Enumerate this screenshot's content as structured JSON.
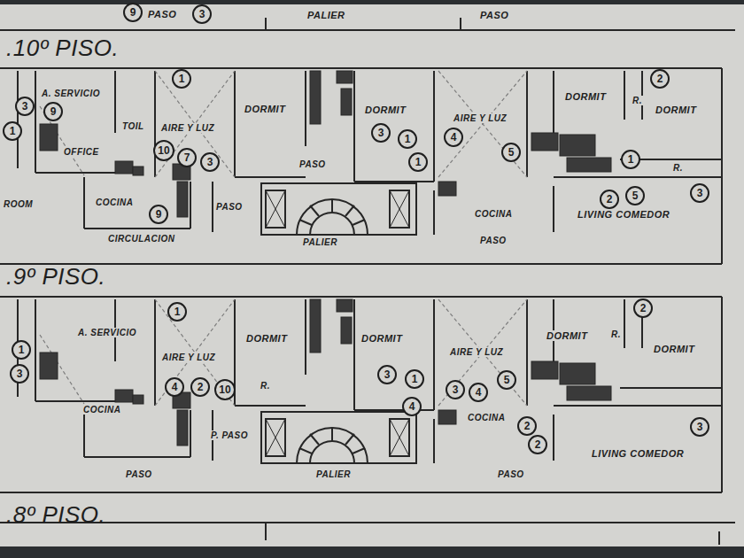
{
  "diagram": {
    "nodes": [
      {
        "text": [
          "9"
        ]
      },
      {
        "text": [
          "3"
        ]
      },
      {
        "text": [
          "3"
        ]
      },
      {
        "text": [
          "9"
        ]
      },
      {
        "text": [
          "1"
        ]
      },
      {
        "text": [
          "1"
        ]
      },
      {
        "text": [
          "10"
        ]
      },
      {
        "text": [
          "7"
        ]
      },
      {
        "text": [
          "3"
        ]
      },
      {
        "text": [
          "9"
        ]
      },
      {
        "text": [
          "3"
        ]
      },
      {
        "text": [
          "1"
        ]
      },
      {
        "text": [
          "1"
        ]
      },
      {
        "text": [
          "4"
        ]
      },
      {
        "text": [
          "5"
        ]
      },
      {
        "text": [
          "2"
        ]
      },
      {
        "text": [
          "2"
        ]
      },
      {
        "text": [
          "5"
        ]
      },
      {
        "text": [
          "3"
        ]
      },
      {
        "text": [
          "1"
        ]
      },
      {
        "text": [
          "1"
        ]
      },
      {
        "text": [
          "3"
        ]
      },
      {
        "text": [
          "1"
        ]
      },
      {
        "text": [
          "4"
        ]
      },
      {
        "text": [
          "2"
        ]
      },
      {
        "text": [
          "10"
        ]
      },
      {
        "text": [
          "3"
        ]
      },
      {
        "text": [
          "1"
        ]
      },
      {
        "text": [
          "4"
        ]
      },
      {
        "text": [
          "4"
        ]
      },
      {
        "text": [
          "5"
        ]
      },
      {
        "text": [
          "3"
        ]
      },
      {
        "text": [
          "2"
        ]
      },
      {
        "text": [
          "2"
        ]
      },
      {
        "text": [
          "3"
        ]
      },
      {
        "text": [
          "2"
        ]
      }
    ],
    "labels": [
      "PASO",
      "PALIER",
      "PASO",
      ".10º PISO.",
      "A. SERVICIO",
      "TOIL",
      "AIRE Y LUZ",
      "DORMIT",
      "DORMIT",
      "AIRE Y LUZ",
      "DORMIT",
      "DORMIT",
      "OFFICE",
      "COCINA",
      "ROOM",
      "CIRCULACION",
      "PASO",
      "PASO",
      "PALIER",
      "COCINA",
      "PASO",
      "LIVING COMEDOR",
      "R.",
      "R.",
      ".9º PISO.",
      "A. SERVICIO",
      "AIRE Y LUZ",
      "DORMIT",
      "DORMIT",
      "AIRE Y LUZ",
      "DORMIT",
      "DORMIT",
      "COCINA",
      "P. PASO",
      "PASO",
      "PALIER",
      "PASO",
      "COCINA",
      "LIVING COMEDOR",
      "R.",
      "R.",
      ".8º PISO."
    ]
  }
}
